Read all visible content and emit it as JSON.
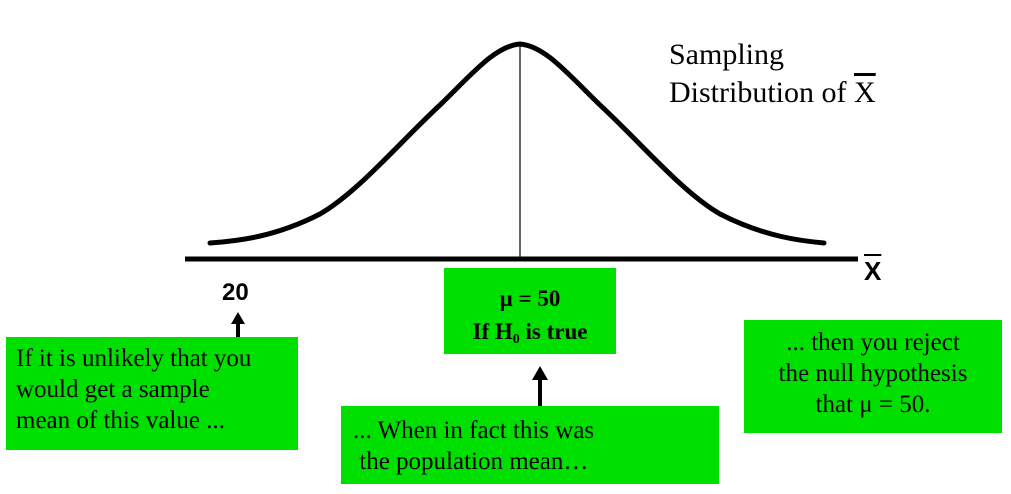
{
  "title": {
    "line1": "Sampling",
    "line2_prefix": "Distribution of ",
    "line2_symbol": "X"
  },
  "axis": {
    "x_label": "X",
    "tick_label": "20"
  },
  "mu_box": {
    "line1": "μ = 50",
    "line2_prefix": "If H",
    "line2_sub": "0",
    "line2_suffix": " is true"
  },
  "left_box": {
    "lines": [
      "If it is unlikely that you",
      "would get a sample",
      "mean of this value ..."
    ]
  },
  "middle_box": {
    "lines": [
      "... When in fact this was",
      " the population mean…"
    ]
  },
  "right_box": {
    "lines": [
      "... then you reject",
      "the null hypothesis",
      "that μ = 50."
    ]
  },
  "colors": {
    "box_fill": "#00e000",
    "ink": "#000000"
  }
}
